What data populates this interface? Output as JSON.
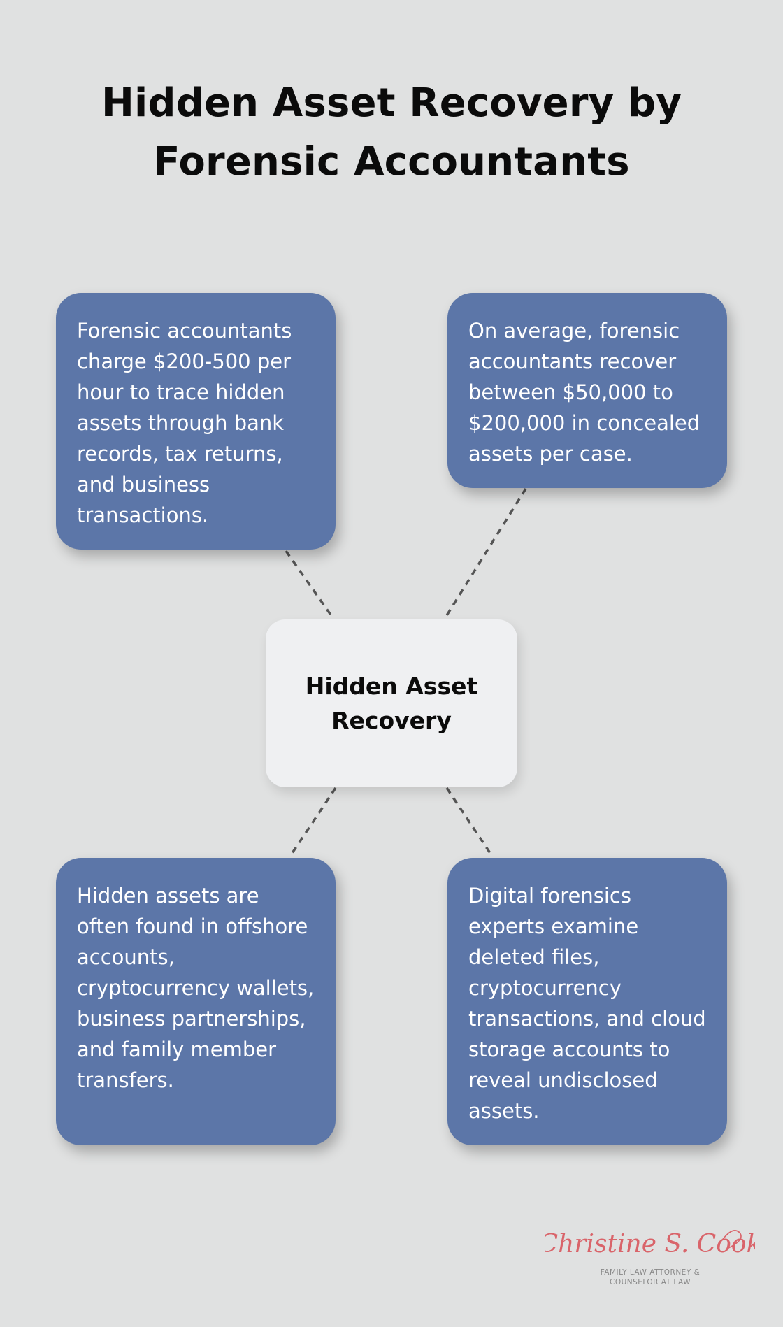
{
  "title": "Hidden Asset Recovery by Forensic Accountants",
  "center": {
    "label": "Hidden Asset Recovery"
  },
  "cards": {
    "top_left": "Forensic accountants charge $200-500 per hour to trace hidden assets through bank records, tax returns, and business transactions.",
    "top_right": "On average, forensic accountants recover between $50,000 to $200,000 in concealed assets per case.",
    "bottom_left": "Hidden assets are often found in offshore accounts, cryptocurrency wallets, business partnerships, and family member transfers.",
    "bottom_right": "Digital forensics experts examine deleted files, cryptocurrency transactions, and cloud storage accounts to reveal undisclosed assets."
  },
  "logo": {
    "name": "Christine S. Cook",
    "tagline_line1": "FAMILY LAW ATTORNEY &",
    "tagline_line2": "COUNSELOR AT LAW"
  },
  "colors": {
    "background": "#e0e1e1",
    "card": "#5c76a8",
    "center_box": "#eff0f2",
    "connector": "#555555",
    "logo_script": "#d9646a",
    "logo_tagline": "#888888"
  }
}
